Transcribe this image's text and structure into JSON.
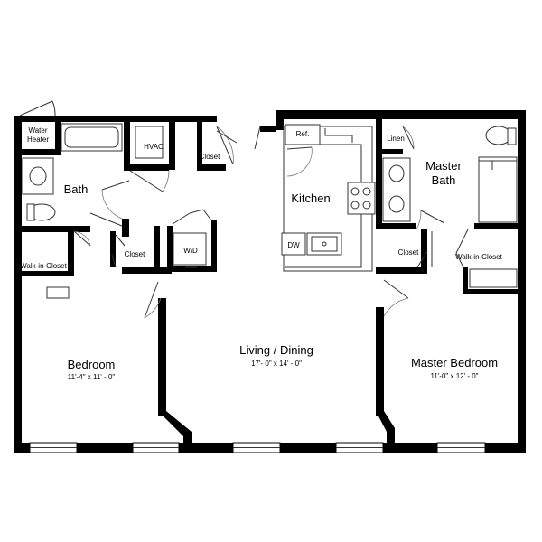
{
  "rooms": {
    "water_heater": "Water\nHeater",
    "bath": "Bath",
    "hvac": "HVAC",
    "closet_top": "Closet",
    "ref": "Ref.",
    "kitchen": "Kitchen",
    "dw": "DW",
    "linen": "Linen",
    "master_bath": "Master\nBath",
    "walk_in_closet_left": "Walk-in-Closet",
    "closet_left": "Closet",
    "wd": "W/D",
    "closet_right": "Closet",
    "walk_in_closet_right": "Walk-in-Closet",
    "bedroom": "Bedroom",
    "bedroom_dim": "11'-4\" x 11' - 0\"",
    "living_dining": "Living / Dining",
    "living_dining_dim": "17'- 0\" x 14' - 0\"",
    "master_bedroom": "Master Bedroom",
    "master_bedroom_dim": "11'-0\" x 12' - 0\""
  }
}
